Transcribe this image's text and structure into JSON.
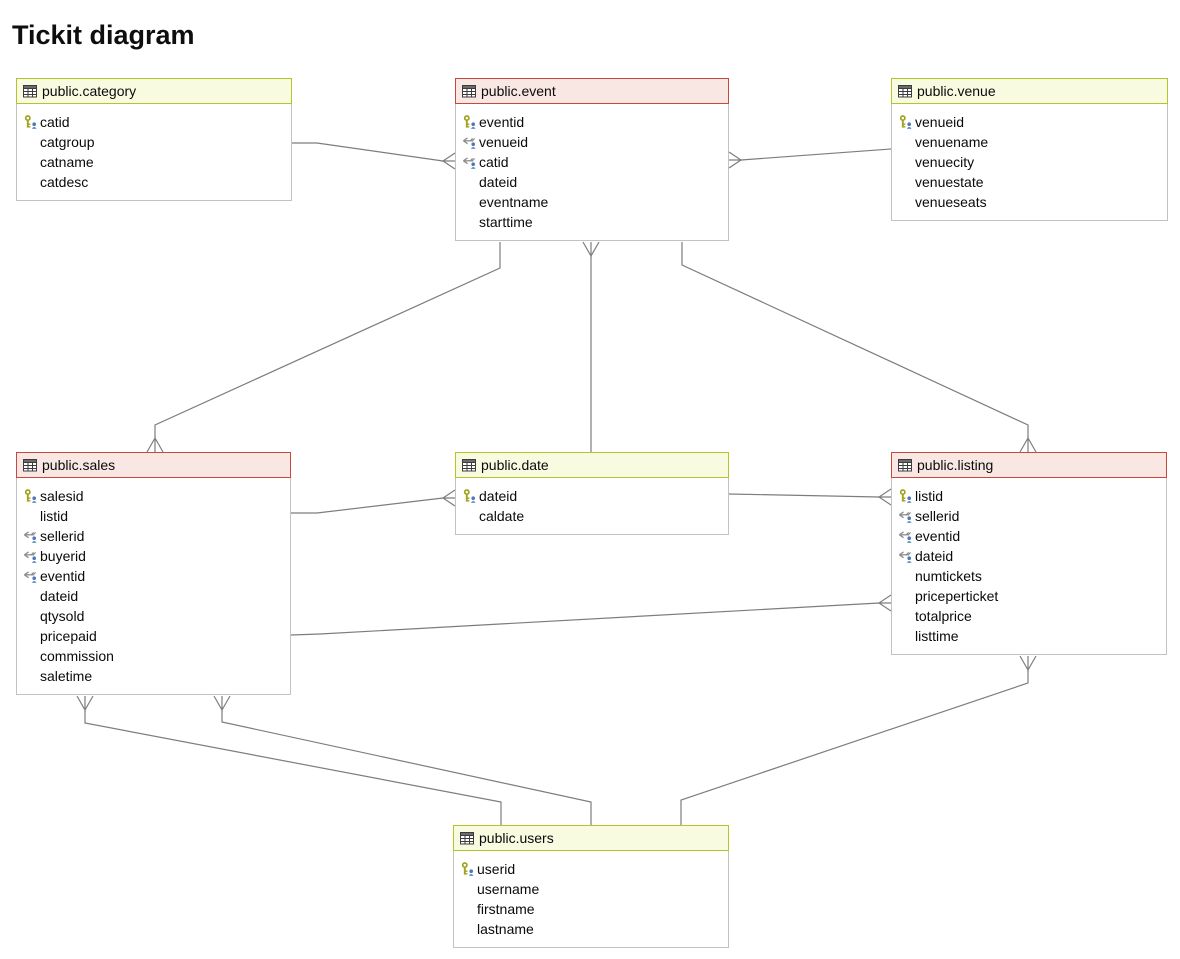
{
  "title": "Tickit diagram",
  "colors": {
    "yellow_header_fill": "#f9fbe1",
    "yellow_header_border": "#b5c42c",
    "red_header_fill": "#f9e7e4",
    "red_header_border": "#c8493c",
    "body_border": "#c2c2c2",
    "relationship_line": "#7d7d7d",
    "primary_key_icon": "#a2a21c",
    "foreign_key_icon": "#8c8c8c",
    "person_icon": "#4c79b8"
  },
  "tables": [
    {
      "id": "category",
      "title": "public.category",
      "theme": "yellow",
      "fields": [
        {
          "name": "catid",
          "icon": "primary-key-icon"
        },
        {
          "name": "catgroup",
          "icon": ""
        },
        {
          "name": "catname",
          "icon": ""
        },
        {
          "name": "catdesc",
          "icon": ""
        }
      ]
    },
    {
      "id": "event",
      "title": "public.event",
      "theme": "red",
      "fields": [
        {
          "name": "eventid",
          "icon": "primary-key-icon"
        },
        {
          "name": "venueid",
          "icon": "foreign-key-icon"
        },
        {
          "name": "catid",
          "icon": "foreign-key-icon"
        },
        {
          "name": "dateid",
          "icon": ""
        },
        {
          "name": "eventname",
          "icon": ""
        },
        {
          "name": "starttime",
          "icon": ""
        }
      ]
    },
    {
      "id": "venue",
      "title": "public.venue",
      "theme": "yellow",
      "fields": [
        {
          "name": "venueid",
          "icon": "primary-key-icon"
        },
        {
          "name": "venuename",
          "icon": ""
        },
        {
          "name": "venuecity",
          "icon": ""
        },
        {
          "name": "venuestate",
          "icon": ""
        },
        {
          "name": "venueseats",
          "icon": ""
        }
      ]
    },
    {
      "id": "sales",
      "title": "public.sales",
      "theme": "red",
      "fields": [
        {
          "name": "salesid",
          "icon": "primary-key-icon"
        },
        {
          "name": "listid",
          "icon": ""
        },
        {
          "name": "sellerid",
          "icon": "foreign-key-icon"
        },
        {
          "name": "buyerid",
          "icon": "foreign-key-icon"
        },
        {
          "name": "eventid",
          "icon": "foreign-key-icon"
        },
        {
          "name": "dateid",
          "icon": ""
        },
        {
          "name": "qtysold",
          "icon": ""
        },
        {
          "name": "pricepaid",
          "icon": ""
        },
        {
          "name": "commission",
          "icon": ""
        },
        {
          "name": "saletime",
          "icon": ""
        }
      ]
    },
    {
      "id": "date",
      "title": "public.date",
      "theme": "yellow",
      "fields": [
        {
          "name": "dateid",
          "icon": "primary-key-icon"
        },
        {
          "name": "caldate",
          "icon": ""
        }
      ]
    },
    {
      "id": "listing",
      "title": "public.listing",
      "theme": "red",
      "fields": [
        {
          "name": "listid",
          "icon": "primary-key-icon"
        },
        {
          "name": "sellerid",
          "icon": "foreign-key-icon"
        },
        {
          "name": "eventid",
          "icon": "foreign-key-icon"
        },
        {
          "name": "dateid",
          "icon": "foreign-key-icon"
        },
        {
          "name": "numtickets",
          "icon": ""
        },
        {
          "name": "priceperticket",
          "icon": ""
        },
        {
          "name": "totalprice",
          "icon": ""
        },
        {
          "name": "listtime",
          "icon": ""
        }
      ]
    },
    {
      "id": "users",
      "title": "public.users",
      "theme": "yellow",
      "fields": [
        {
          "name": "userid",
          "icon": "primary-key-icon"
        },
        {
          "name": "username",
          "icon": ""
        },
        {
          "name": "firstname",
          "icon": ""
        },
        {
          "name": "lastname",
          "icon": ""
        }
      ]
    }
  ]
}
